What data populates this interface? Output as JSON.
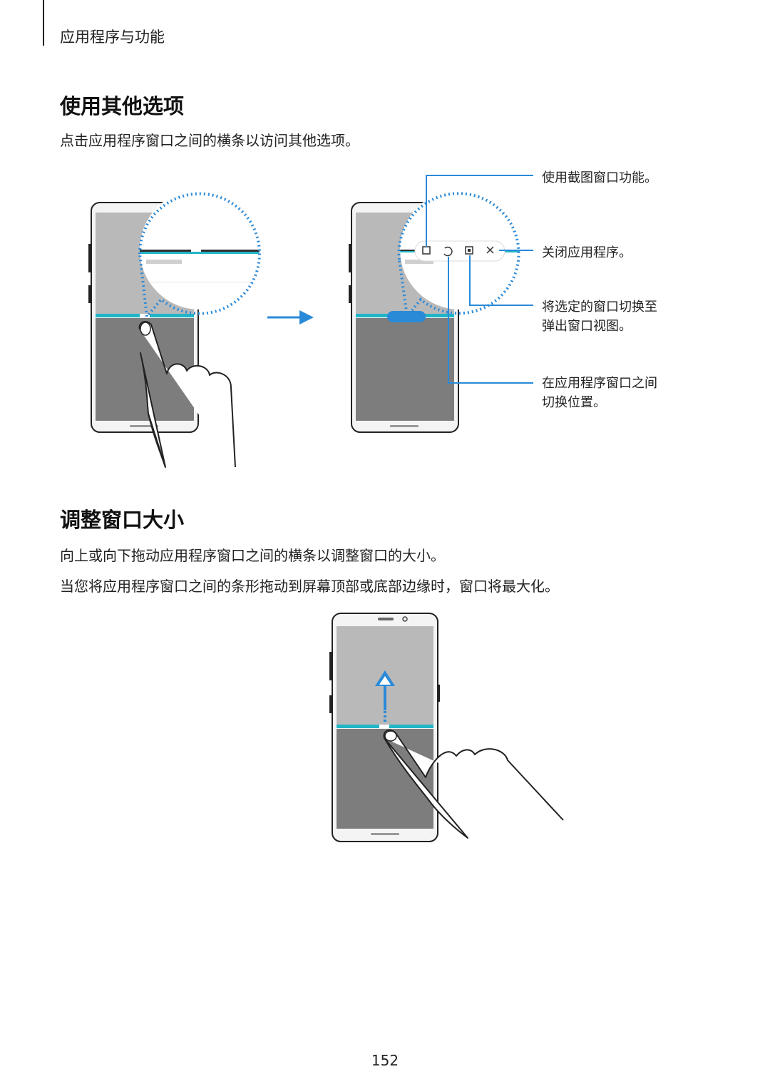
{
  "header": {
    "section": "应用程序与功能"
  },
  "section1": {
    "title": "使用其他选项",
    "body": "点击应用程序窗口之间的横条以访问其他选项。",
    "callouts": [
      {
        "id": "capture",
        "lines": [
          "使用截图窗口功能。"
        ]
      },
      {
        "id": "close",
        "lines": [
          "关闭应用程序。"
        ]
      },
      {
        "id": "popup",
        "lines": [
          "将选定的窗口切换至",
          "弹出窗口视图。"
        ]
      },
      {
        "id": "switch",
        "lines": [
          "在应用程序窗口之间",
          "切换位置。"
        ]
      }
    ]
  },
  "section2": {
    "title": "调整窗口大小",
    "body1": "向上或向下拖动应用程序窗口之间的横条以调整窗口的大小。",
    "body2": "当您将应用程序窗口之间的条形拖动到屏幕顶部或底部边缘时，窗口将最大化。"
  },
  "footer": {
    "page_number": "152"
  },
  "colors": {
    "accent_blue": "#2a8ad8",
    "divider_bar": "#22b5c7"
  },
  "icons": [
    "capture-icon",
    "switch-icon",
    "popup-icon",
    "close-icon",
    "arrow-right-icon",
    "arrow-up-icon",
    "hand-icon"
  ]
}
